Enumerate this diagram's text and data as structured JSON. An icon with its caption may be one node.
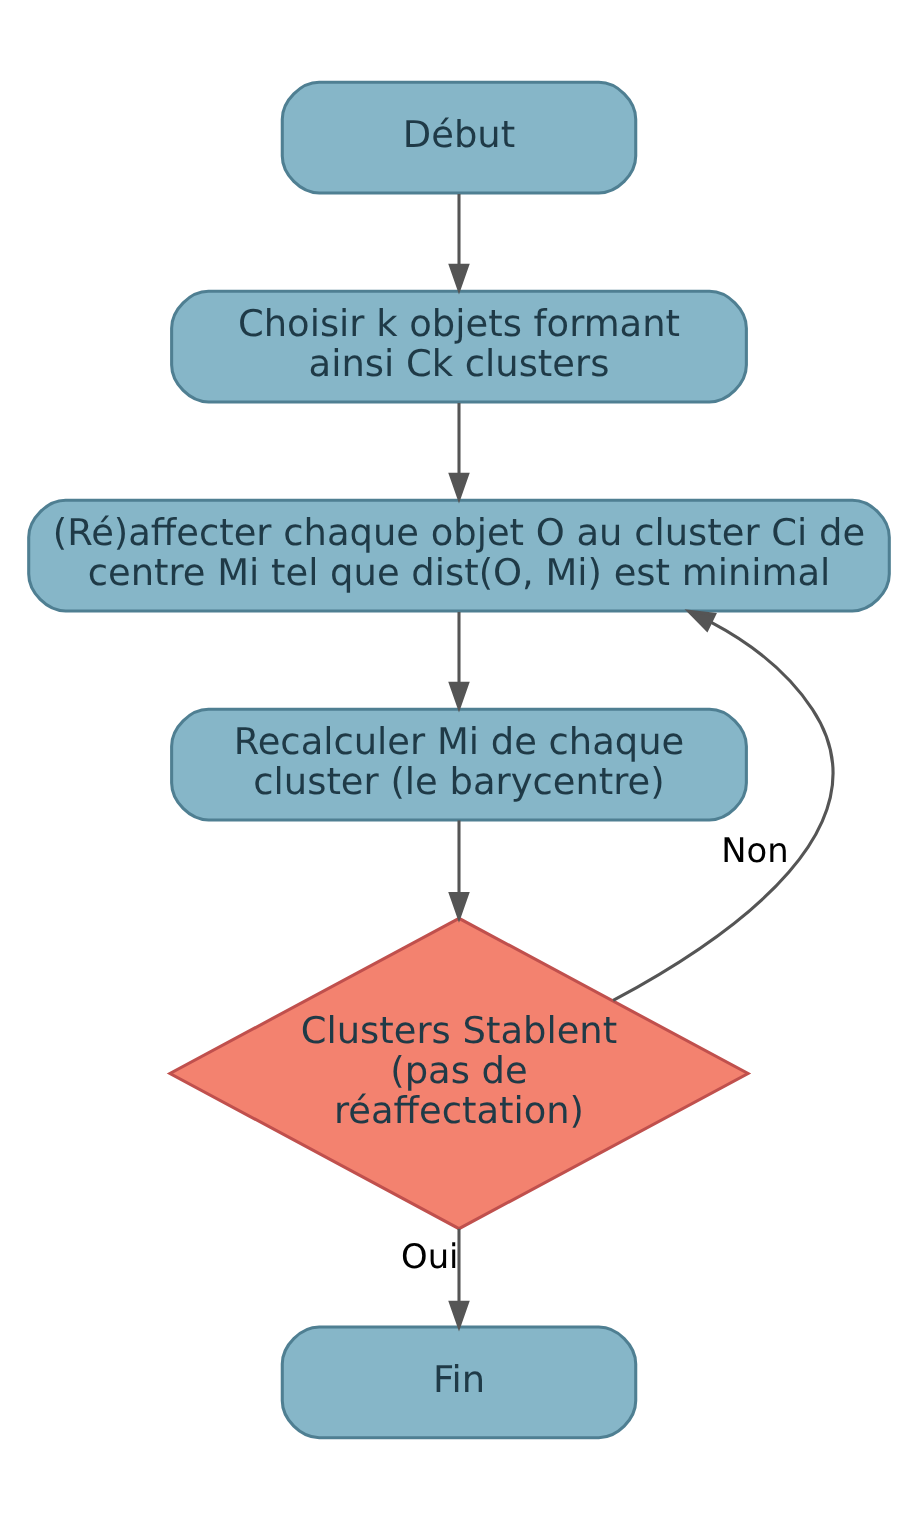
{
  "diagram": {
    "nodes": [
      {
        "text": [
          "Début"
        ]
      },
      {
        "text": [
          "Choisir k objets formant ainsi Ck clusters"
        ]
      },
      {
        "text": [
          "(Ré)affecter chaque objet O au cluster Ci de centre Mi tel que dist(O, Mi) est minimal"
        ]
      },
      {
        "text": [
          "Recalculer Mi de chaque cluster (le barycentre)"
        ]
      },
      {
        "text": [
          "Clusters Stablent (pas de réaffectation)"
        ]
      },
      {
        "text": [
          "Fin"
        ]
      }
    ],
    "edges": [
      {
        "from": 0,
        "to": 1,
        "arrow": "to"
      },
      {
        "from": 1,
        "to": 2,
        "arrow": "to"
      },
      {
        "from": 2,
        "to": 3,
        "arrow": "to"
      },
      {
        "from": 3,
        "to": 4,
        "arrow": "to"
      },
      {
        "from": 4,
        "to": 2,
        "arrow": "to",
        "label": "Non"
      },
      {
        "from": 4,
        "to": 5,
        "arrow": "to",
        "label": "Oui"
      }
    ]
  }
}
